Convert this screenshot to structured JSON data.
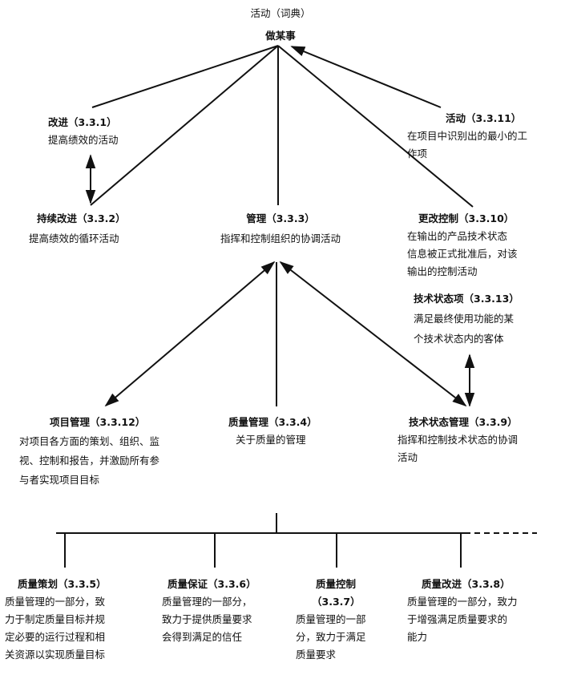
{
  "diagram": {
    "root": {
      "title": "活动（词典）",
      "subtitle": "做某事"
    },
    "nodes": {
      "improvement": {
        "title": "改进（3.3.1）",
        "desc": [
          "提高绩效的活动"
        ]
      },
      "continual_improvement": {
        "title": "持续改进（3.3.2）",
        "desc": [
          "提高绩效的循环活动"
        ]
      },
      "management": {
        "title": "管理（3.3.3）",
        "desc": [
          "指挥和控制组织的协调活动"
        ]
      },
      "activity": {
        "title": "活动（3.3.11）",
        "desc": [
          "在项目中识别出的最小的工",
          "作项"
        ]
      },
      "change_control": {
        "title": "更改控制（3.3.10）",
        "desc": [
          "在输出的产品技术状态",
          "信息被正式批准后，对该",
          "输出的控制活动"
        ]
      },
      "configuration_object": {
        "title": "技术状态项（3.3.13）",
        "desc": [
          "满足最终使用功能的某",
          "个技术状态内的客体"
        ]
      },
      "project_management": {
        "title": "项目管理（3.3.12）",
        "desc": [
          "对项目各方面的策划、组织、监",
          "视、控制和报告，并激励所有参",
          "与者实现项目目标"
        ]
      },
      "quality_management": {
        "title": "质量管理（3.3.4）",
        "desc": [
          "关于质量的管理"
        ]
      },
      "configuration_management": {
        "title": "技术状态管理（3.3.9）",
        "desc": [
          "指挥和控制技术状态的协调",
          "活动"
        ]
      },
      "quality_planning": {
        "title": "质量策划（3.3.5）",
        "desc": [
          "质量管理的一部分，致",
          "力于制定质量目标并规",
          "定必要的运行过程和相",
          "关资源以实现质量目标"
        ]
      },
      "quality_assurance": {
        "title": "质量保证（3.3.6）",
        "desc": [
          "质量管理的一部分，",
          "致力于提供质量要求",
          "会得到满足的信任"
        ]
      },
      "quality_control": {
        "title": "质量控制",
        "title2": "（3.3.7）",
        "desc": [
          "质量管理的一部",
          "分，致力于满足",
          "质量要求"
        ]
      },
      "quality_improvement": {
        "title": "质量改进（3.3.8）",
        "desc": [
          "质量管理的一部分，致力",
          "于增强满足质量要求的",
          "能力"
        ]
      }
    },
    "line_color": "#111111"
  }
}
